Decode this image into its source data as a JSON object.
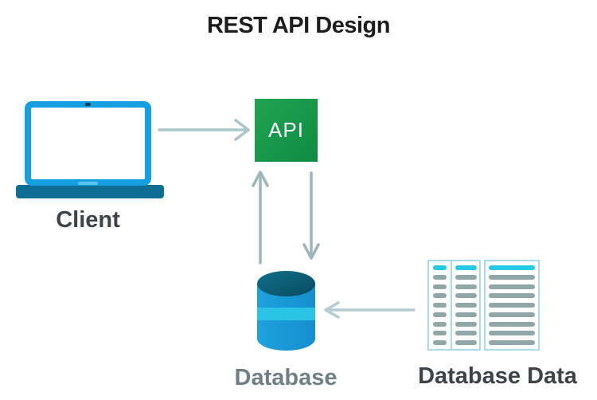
{
  "title": "REST API Design",
  "nodes": {
    "client": {
      "label": "Client",
      "icon": "laptop-icon"
    },
    "api": {
      "label": "API",
      "icon": "green-square"
    },
    "database": {
      "label": "Database",
      "icon": "cylinder-icon"
    },
    "database_data": {
      "label": "Database Data",
      "icon": "table-icon"
    }
  },
  "edges": [
    {
      "from": "client",
      "to": "api",
      "direction": "right"
    },
    {
      "from": "database",
      "to": "api",
      "direction": "up"
    },
    {
      "from": "api",
      "to": "database",
      "direction": "down"
    },
    {
      "from": "database_data",
      "to": "database",
      "direction": "left"
    }
  ],
  "colors": {
    "title_text": "#1d1d1f",
    "label_dark": "#3d4348",
    "label_gray": "#6f7f87",
    "laptop_blue": "#149fe0",
    "laptop_base_teal": "#0d6d92",
    "laptop_notch_blue": "#58c6ee",
    "api_green_light": "#1fa453",
    "api_green_dark": "#0f8b41",
    "api_text": "#ffffff",
    "cylinder_blue": "#1b9bd9",
    "cylinder_top_teal": "#0e6c85",
    "cylinder_band_cyan": "#2bc4e6",
    "table_border_blue": "#a9dbe9",
    "pill_cyan": "#24c9e6",
    "pill_gray": "#90a6a7",
    "arrow_horizontal": "#abc5ca",
    "arrow_vertical": "#9cb6ba",
    "arrow_left": "#b4ccd3",
    "background": "#ffffff"
  }
}
